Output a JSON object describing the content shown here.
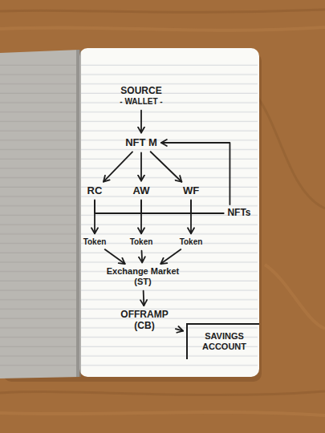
{
  "diagram": {
    "nodes": [
      {
        "text": [
          "SOURCE",
          "- WALLET -"
        ]
      },
      {
        "text": [
          "NFT M"
        ]
      },
      {
        "text": [
          "RC"
        ]
      },
      {
        "text": [
          "AW"
        ]
      },
      {
        "text": [
          "WF"
        ]
      },
      {
        "text": [
          "NFTs"
        ]
      },
      {
        "text": [
          "Token"
        ]
      },
      {
        "text": [
          "Token"
        ]
      },
      {
        "text": [
          "Token"
        ]
      },
      {
        "text": [
          "Exchange Market (ST)"
        ]
      },
      {
        "text": [
          "OFFRAMP (CB)"
        ]
      },
      {
        "text": [
          "SAVINGS ACCOUNT"
        ]
      }
    ],
    "edges": [
      {
        "from": 0,
        "to": 1,
        "arrow": "to"
      },
      {
        "from": 1,
        "to": 2,
        "arrow": "to"
      },
      {
        "from": 1,
        "to": 3,
        "arrow": "to"
      },
      {
        "from": 1,
        "to": 4,
        "arrow": "to"
      },
      {
        "from": 2,
        "to": 6,
        "arrow": "to"
      },
      {
        "from": 3,
        "to": 7,
        "arrow": "to"
      },
      {
        "from": 4,
        "to": 8,
        "arrow": "to"
      },
      {
        "from": 2,
        "to": 5,
        "arrow": "none"
      },
      {
        "from": 3,
        "to": 5,
        "arrow": "none"
      },
      {
        "from": 4,
        "to": 5,
        "arrow": "none"
      },
      {
        "from": 5,
        "to": 1,
        "arrow": "to"
      },
      {
        "from": 6,
        "to": 9,
        "arrow": "to"
      },
      {
        "from": 7,
        "to": 9,
        "arrow": "to"
      },
      {
        "from": 8,
        "to": 9,
        "arrow": "to"
      },
      {
        "from": 9,
        "to": 10,
        "arrow": "to"
      },
      {
        "from": 10,
        "to": 11,
        "arrow": "to"
      }
    ]
  }
}
